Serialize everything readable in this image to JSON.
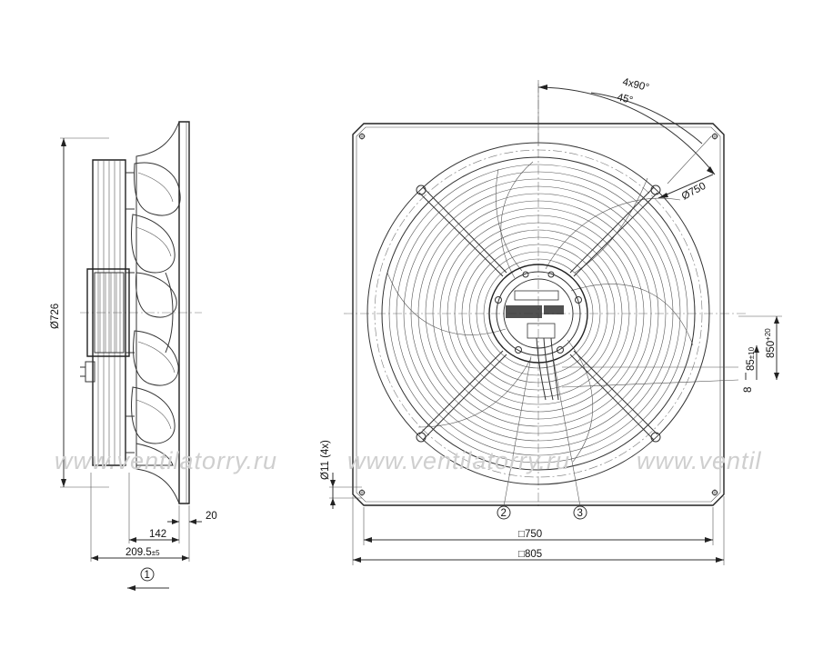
{
  "watermark": {
    "segments": [
      "www.ventilatorry.ru",
      "www.ventilatorry.ru",
      "www.ventil"
    ]
  },
  "side_view": {
    "dim_diameter": "Ø726",
    "dim_depth_overall": "209.5",
    "dim_depth_overall_tol": "±5",
    "dim_depth_inner": "142",
    "dim_plate": "20",
    "callout_1": "1"
  },
  "front_view": {
    "dim_angle_holes": "4x90°",
    "dim_angle_offset": "45°",
    "dim_hole_circle": "Ø750",
    "dim_hole": "Ø11 (4x)",
    "dim_square_inner": "□750",
    "dim_square_outer": "□805",
    "dim_cable": "850",
    "dim_cable_tol": "+20",
    "dim_strip": "85",
    "dim_strip_tol": "±10",
    "dim_end": "8",
    "callout_2": "2",
    "callout_3": "3"
  },
  "colors": {
    "line": "#333333",
    "watermark": "#cfcfcf"
  }
}
